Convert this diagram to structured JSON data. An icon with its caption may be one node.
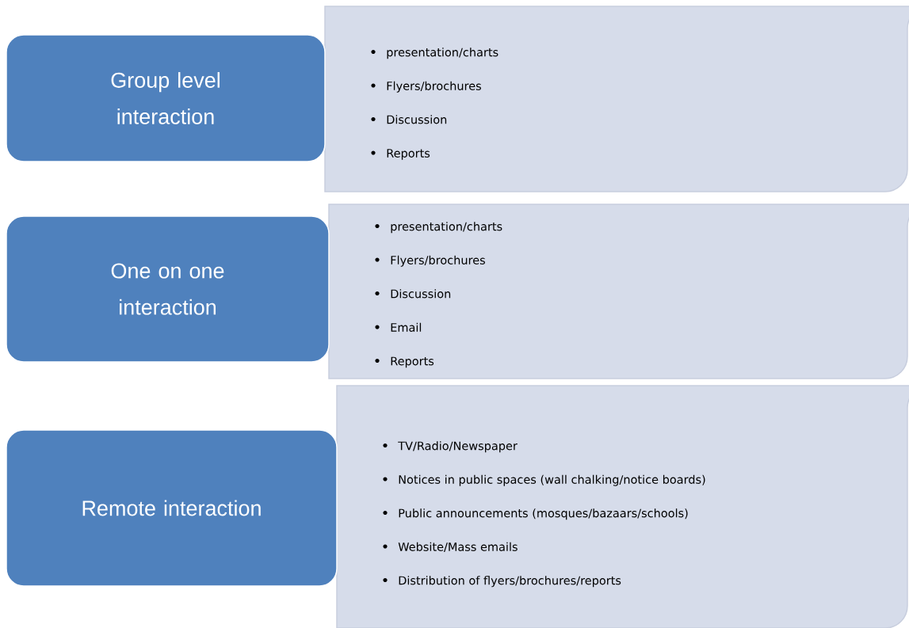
{
  "diagram": {
    "nodes": [
      {
        "text": [
          "Group level interaction"
        ]
      },
      {
        "text": [
          "presentation/charts",
          "Flyers/brochures",
          "Discussion",
          "Reports"
        ]
      },
      {
        "text": [
          "One on one interaction"
        ]
      },
      {
        "text": [
          "presentation/charts",
          "Flyers/brochures",
          "Discussion",
          "Email",
          "Reports"
        ]
      },
      {
        "text": [
          "Remote interaction"
        ]
      },
      {
        "text": [
          "TV/Radio/Newspaper",
          "Notices in public spaces (wall chalking/notice boards)",
          "Public announcements (mosques/bazaars/schools)",
          "Website/Mass emails",
          "Distribution of flyers/brochures/reports"
        ]
      }
    ]
  }
}
